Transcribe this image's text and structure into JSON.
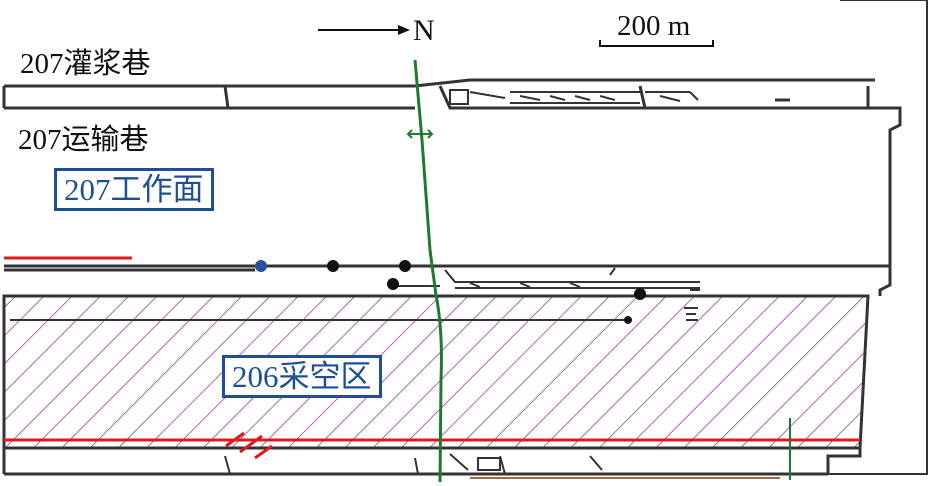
{
  "labels": {
    "north": "N",
    "scale": "200 m",
    "grout_roadway": "207灌浆巷",
    "haul_roadway": "207运输巷",
    "working_face": "207工作面",
    "goaf": "206采空区"
  },
  "colors": {
    "outline": "#333333",
    "hatch": "#9b3d9b",
    "fault_line": "#1e7a2e",
    "red_line": "#e11919",
    "label_box": "#1f4e96",
    "blue_point": "#2a4f9e",
    "black_point": "#111111"
  }
}
